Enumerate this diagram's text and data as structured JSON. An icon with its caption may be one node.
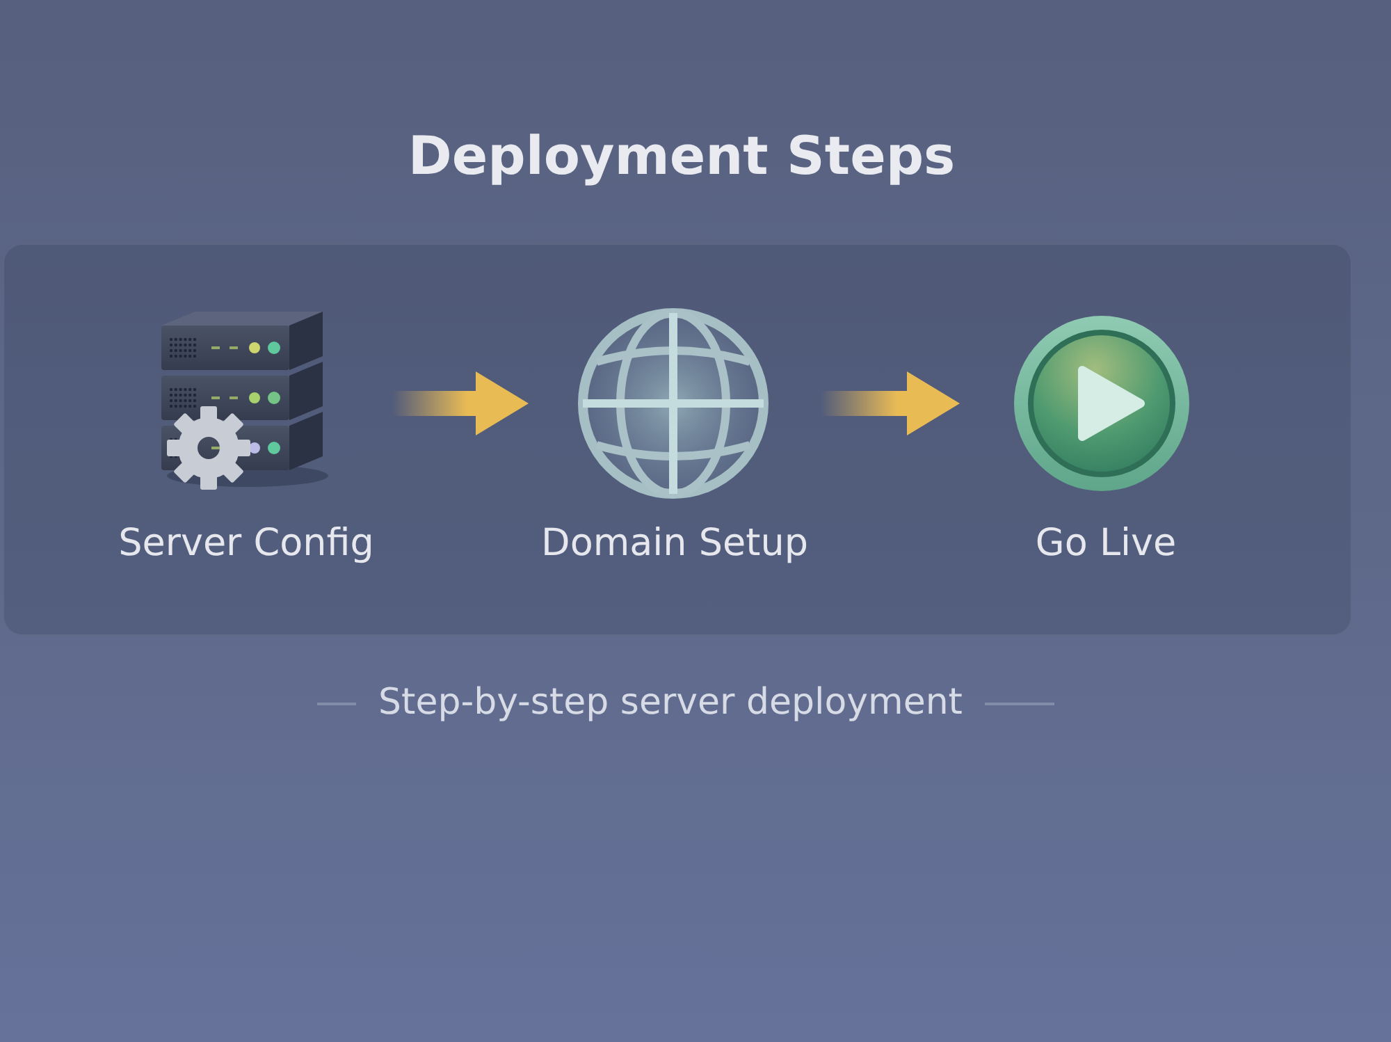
{
  "diagram": {
    "title": "Deployment Steps",
    "nodes": [
      {
        "text": [
          "Server Config"
        ]
      },
      {
        "text": [
          "Domain Setup"
        ]
      },
      {
        "text": [
          "Go Live"
        ]
      }
    ],
    "edges": [
      {
        "from": 0,
        "to": 1,
        "arrow": "to"
      },
      {
        "from": 1,
        "to": 2,
        "arrow": "to"
      }
    ],
    "caption": "Step-by-step server deployment"
  }
}
